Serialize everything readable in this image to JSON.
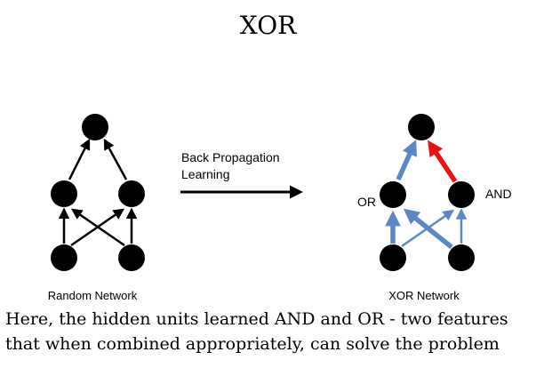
{
  "title": "XOR",
  "random_network": {
    "label": "Random Network"
  },
  "transition": {
    "line1": "Back Propagation",
    "line2": "Learning"
  },
  "xor_network": {
    "label": "XOR Network",
    "left_hidden_label": "OR",
    "right_hidden_label": "AND"
  },
  "caption": {
    "line1": "Here, the hidden units learned AND and OR - two features",
    "line2": "that when combined appropriately, can solve the problem"
  },
  "colors": {
    "node": "#000000",
    "arrow": "#000000",
    "positive_weight": "#5b87c4",
    "negative_weight": "#ee1111"
  }
}
